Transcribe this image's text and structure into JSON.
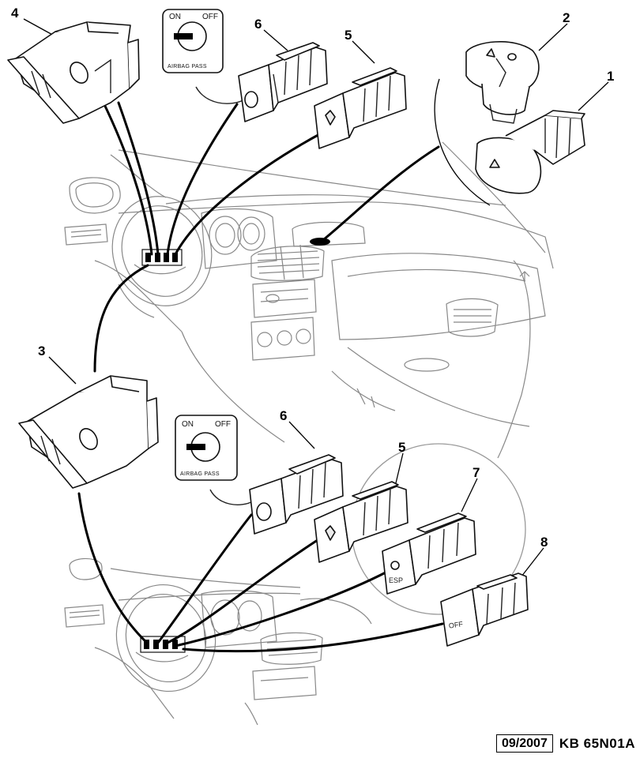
{
  "callouts": {
    "c1": "1",
    "c2": "2",
    "c3": "3",
    "c4": "4",
    "c5_top": "5",
    "c5_bottom": "5",
    "c6_top": "6",
    "c6_bottom": "6",
    "c7": "7",
    "c8": "8"
  },
  "knob_top": {
    "on": "ON",
    "off": "OFF",
    "sub": "AIRBAG PASS"
  },
  "knob_bottom": {
    "on": "ON",
    "off": "OFF",
    "sub": "AIRBAG PASS"
  },
  "switch_labels": {
    "esp": "ESP",
    "other": "OFF"
  },
  "footer": {
    "date": "09/2007",
    "code": "KB 65N01A"
  }
}
